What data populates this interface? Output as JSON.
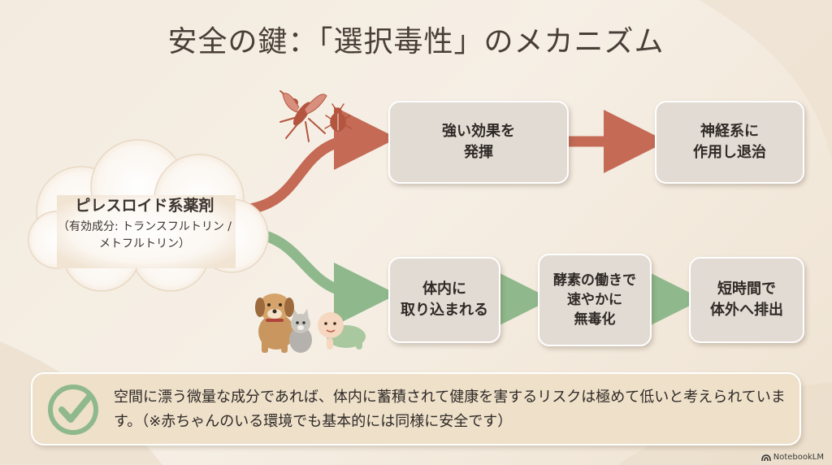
{
  "title": "安全の鍵：「選択毒性」のメカニズム",
  "source": {
    "name": "ピレスロイド系薬剤",
    "detail_line1": "（有効成分: トランスフルトリン /",
    "detail_line2": "メトフルトリン）"
  },
  "insect_path": {
    "color": "#c46a55",
    "icons": [
      "mosquito-icon",
      "beetle-icon"
    ],
    "steps": [
      {
        "line1": "強い効果を",
        "line2": "発揮"
      },
      {
        "line1": "神経系に",
        "line2": "作用し退治"
      }
    ]
  },
  "mammal_path": {
    "color": "#8fb98c",
    "icons": [
      "dog-icon",
      "cat-icon",
      "baby-icon"
    ],
    "steps": [
      {
        "line1": "体内に",
        "line2": "取り込まれる",
        "line3": ""
      },
      {
        "line1": "酵素の働きで",
        "line2": "速やかに",
        "line3": "無毒化"
      },
      {
        "line1": "短時間で",
        "line2": "体外へ排出",
        "line3": ""
      }
    ]
  },
  "note": {
    "icon": "check-circle-icon",
    "text": "空間に漂う微量な成分であれば、体内に蓄積されて健康を害するリスクは極めて低いと考えられています。（※赤ちゃんのいる環境でも基本的には同様に安全です）"
  },
  "brand": "NotebookLM"
}
